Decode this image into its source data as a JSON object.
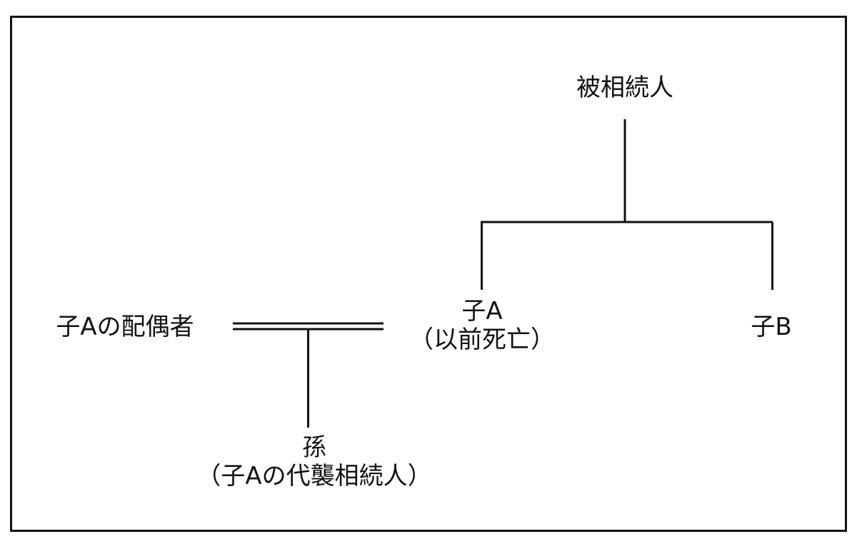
{
  "diagram": {
    "nodes": {
      "decedent": {
        "text": "被相続人"
      },
      "child_a": {
        "name": "子A",
        "note": "（以前死亡）"
      },
      "child_b": {
        "text": "子B"
      },
      "spouse_a": {
        "text": "子Aの配偶者"
      },
      "grandchild": {
        "name": "孫",
        "note": "（子Aの代襲相続人）"
      }
    },
    "edges": [
      {
        "from": "decedent",
        "to": "child_a",
        "type": "parent-child"
      },
      {
        "from": "decedent",
        "to": "child_b",
        "type": "parent-child"
      },
      {
        "from": "spouse_a",
        "to": "child_a",
        "type": "marriage"
      },
      {
        "from": "marriage",
        "to": "grandchild",
        "type": "parent-child"
      }
    ],
    "colors": {
      "line": "#111111",
      "background": "#ffffff"
    }
  }
}
